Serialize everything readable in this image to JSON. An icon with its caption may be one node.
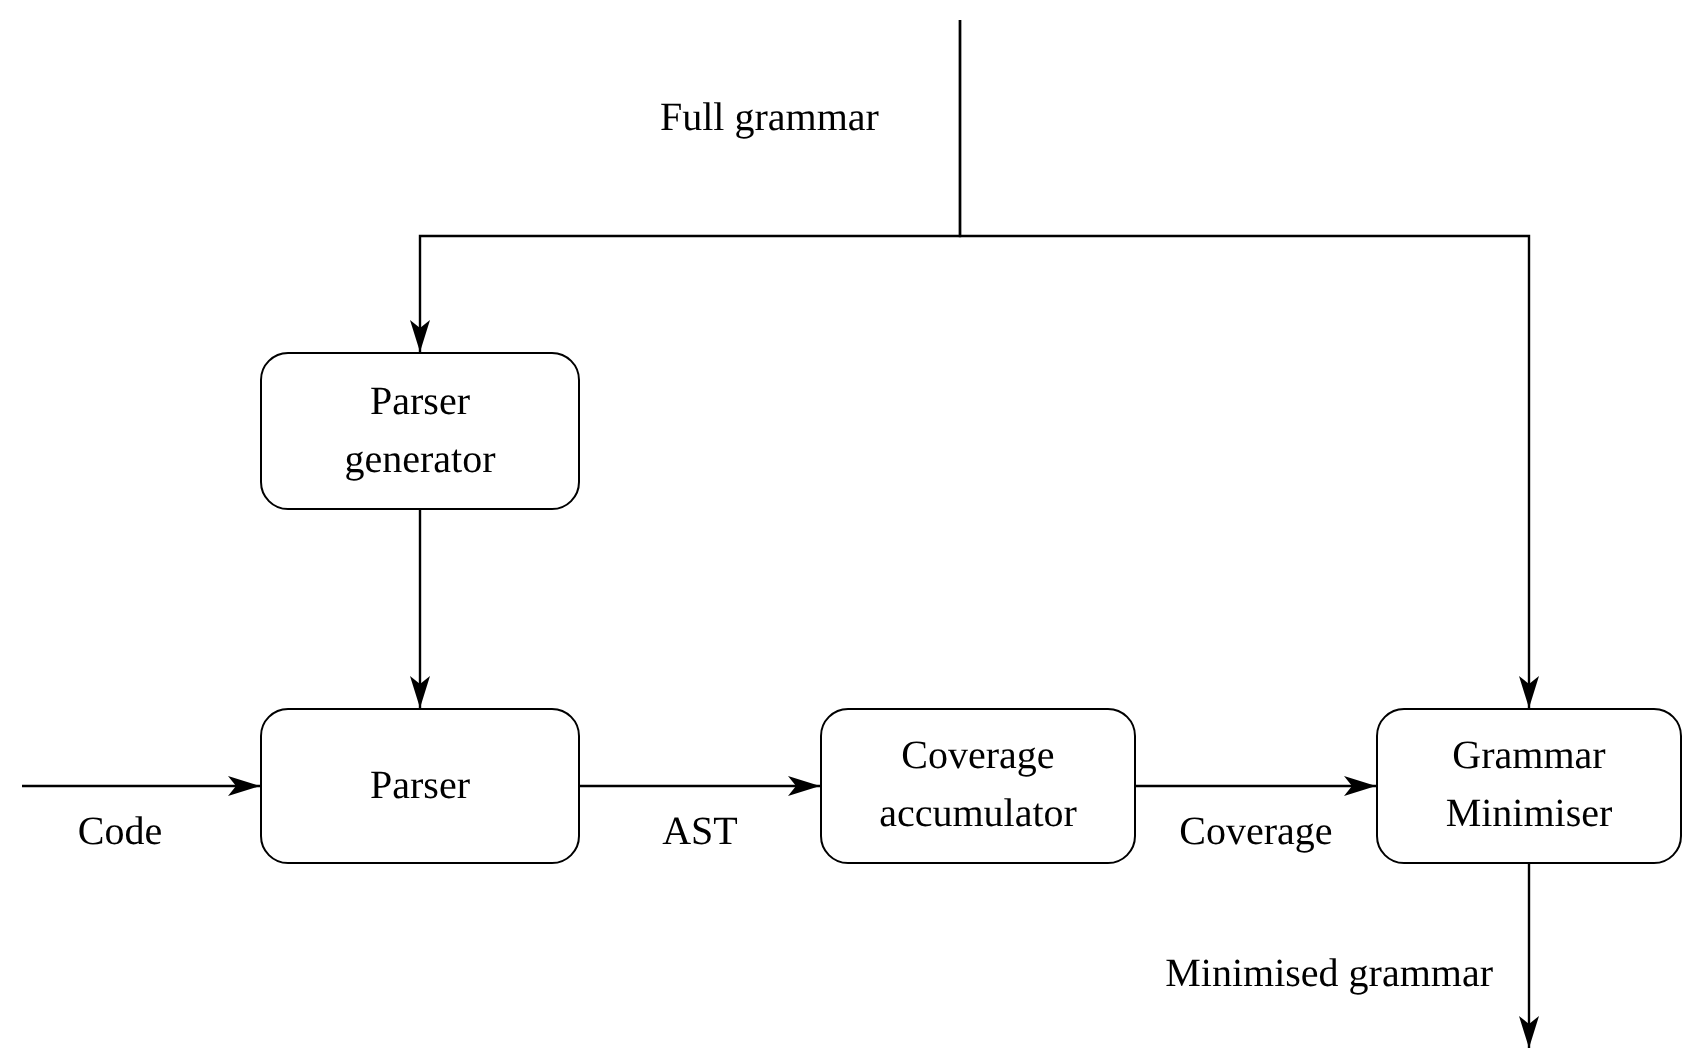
{
  "diagram": {
    "nodes": [
      {
        "text": [
          "Parser generator"
        ]
      },
      {
        "text": [
          "Parser"
        ]
      },
      {
        "text": [
          "Coverage accumulator"
        ]
      },
      {
        "text": [
          "Grammar Minimiser"
        ]
      }
    ],
    "edges": [
      {
        "from": null,
        "to": 0,
        "arrow": "to",
        "label": "Full grammar"
      },
      {
        "from": null,
        "to": 3,
        "arrow": "to"
      },
      {
        "from": 0,
        "to": 1,
        "arrow": "to"
      },
      {
        "from": null,
        "to": 1,
        "arrow": "to",
        "label": "Code"
      },
      {
        "from": 1,
        "to": 2,
        "arrow": "to",
        "label": "AST"
      },
      {
        "from": 2,
        "to": 3,
        "arrow": "to",
        "label": "Coverage"
      },
      {
        "from": 3,
        "to": null,
        "arrow": "to",
        "label": "Minimised grammar"
      }
    ]
  }
}
